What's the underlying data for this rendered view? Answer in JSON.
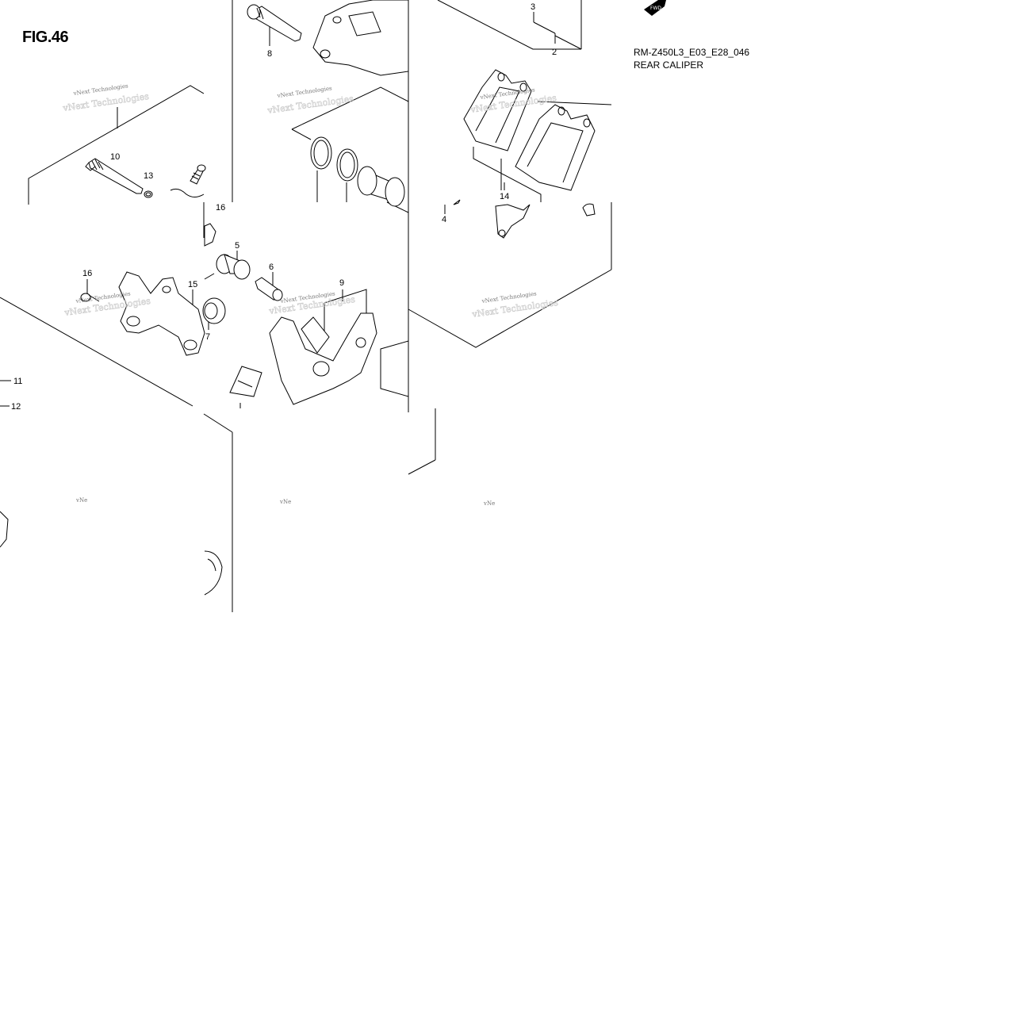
{
  "figure": {
    "title": "FIG.46",
    "code": "RM-Z450L3_E03_E28_046",
    "caption": "REAR CALIPER"
  },
  "callouts": [
    "2",
    "3",
    "4",
    "5",
    "6",
    "7",
    "8",
    "9",
    "10",
    "11",
    "12",
    "13",
    "14",
    "15",
    "16",
    "16"
  ],
  "watermarks": [
    "vNext Technologies",
    "vNext Technologies",
    "vNext Technologies",
    "vNext Technologies",
    "vNext Technologies",
    "vNext Technologies",
    "vNe",
    "vNe",
    "vNe"
  ],
  "badges": {
    "fwd_label": "FWD"
  }
}
